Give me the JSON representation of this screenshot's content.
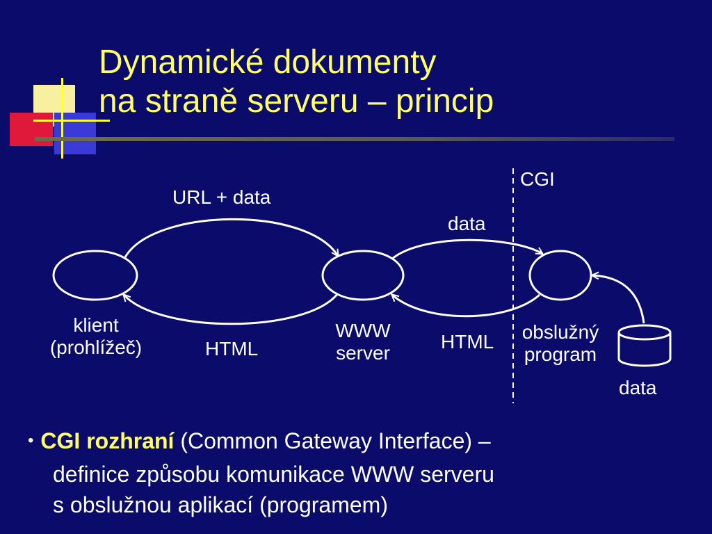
{
  "title": {
    "line1": "Dynamické dokumenty",
    "line2": "na straně serveru – princip"
  },
  "diagram": {
    "labels": {
      "url_data": "URL + data",
      "data_top": "data",
      "cgi": "CGI",
      "html_left": "HTML",
      "html_right": "HTML",
      "client_line1": "klient",
      "client_line2": "(prohlížeč)",
      "server_line1": "WWW",
      "server_line2": "server",
      "program_line1": "obslužný",
      "program_line2": "program",
      "data_store": "data"
    }
  },
  "bullet": {
    "term": "CGI rozhraní",
    "rest_line1": " (Common Gateway Interface) –",
    "line2": "definice způsobu komunikace WWW serveru",
    "line3": "s obslužnou aplikací (programem)"
  },
  "colors": {
    "background": "#0b0b6b",
    "title": "#ffff66",
    "text": "#ffffff"
  }
}
